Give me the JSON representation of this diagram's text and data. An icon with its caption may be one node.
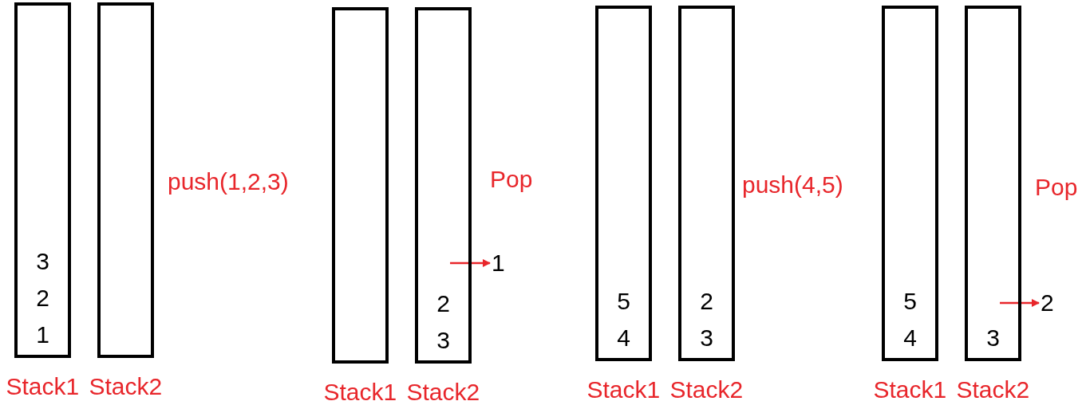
{
  "diagram": {
    "nodes": [
      {
        "text": [
          "3",
          "2",
          "1"
        ],
        "beside": [
          "Stack1"
        ]
      },
      {
        "text": [],
        "shape": "box",
        "beside": [
          "Stack2"
        ]
      },
      {
        "text": [],
        "shape": "box",
        "beside": [
          "Stack1"
        ]
      },
      {
        "text": [
          "2",
          "3"
        ],
        "beside": [
          "Stack2"
        ]
      },
      {
        "text": [
          "1"
        ]
      },
      {
        "text": [
          "5",
          "4"
        ],
        "beside": [
          "Stack1"
        ]
      },
      {
        "text": [
          "2",
          "3"
        ],
        "beside": [
          "Stack2"
        ]
      },
      {
        "text": [
          "5",
          "4"
        ],
        "beside": [
          "Stack1"
        ]
      },
      {
        "text": [
          "3"
        ],
        "beside": [
          "Stack2"
        ]
      },
      {
        "text": [
          "2"
        ]
      }
    ],
    "edges": [
      {
        "from": 3,
        "to": 4,
        "arrow": "to"
      },
      {
        "from": 8,
        "to": 9,
        "arrow": "to"
      }
    ],
    "labels": [
      "push(1,2,3)",
      "Pop",
      "push(4,5)",
      "Pop"
    ]
  }
}
